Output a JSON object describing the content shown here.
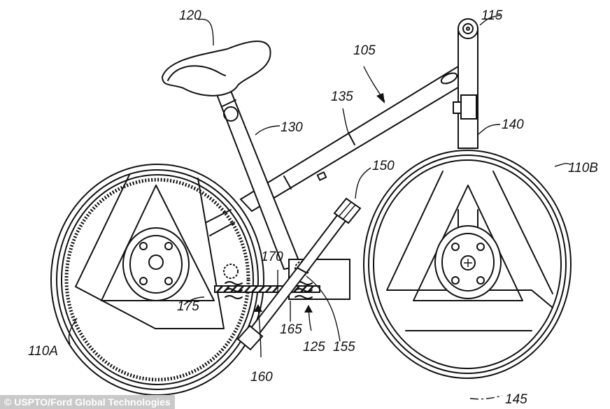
{
  "figure": {
    "title": "Bicycle patent drawing",
    "credit": "© USPTO/Ford Global Technologies",
    "colors": {
      "ink": "#111111",
      "background": "#ffffff",
      "credit_bg": "#c9c9c9"
    }
  },
  "labels": {
    "bicycle": "105",
    "wheel_rear": "110A",
    "wheel_front": "110B",
    "handlebar": "115",
    "seat": "120",
    "crank_housing": "125",
    "seat_tube": "130",
    "top_tube": "135",
    "head_tube": "140",
    "ground": "145",
    "pedal": "150",
    "crank_gear": "155",
    "arrow_160": "160",
    "worm_gear": "165",
    "drive_shaft": "170",
    "rear_worm": "175"
  }
}
